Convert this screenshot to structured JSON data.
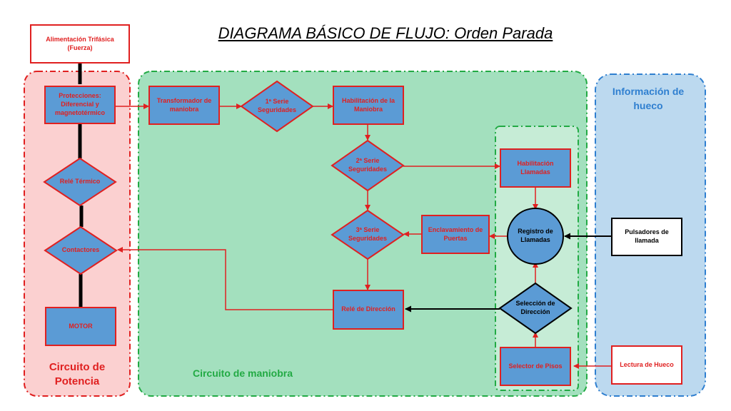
{
  "title": "DIAGRAMA BÁSICO DE FLUJO: Orden Parada",
  "zones": {
    "potencia": "Circuito de Potencia",
    "maniobra": "Circuito de maniobra",
    "hueco": "Información de hueco"
  },
  "nodes": {
    "alimentacion": "Alimentación Trifásica (Fuerza)",
    "protecciones": "Protecciones: Diferencial y magnetotérmico",
    "rele_termico": "Relé Térmico",
    "contactores": "Contactores",
    "motor": "MOTOR",
    "transformador": "Transformador de maniobra",
    "serie1": "1ª Serie Seguridades",
    "habilitacion_maniobra": "Habilitación de la Maniobra",
    "serie2": "2ª Serie Seguridades",
    "serie3": "3ª Serie Seguridades",
    "enclavamiento": "Enclavamiento de Puertas",
    "rele_direccion": "Relé de Dirección",
    "habilitacion_llamadas": "Habilitación Llamadas",
    "registro": "Registro de Llamadas",
    "seleccion": "Selección de Dirección",
    "selector": "Selector de Pisos",
    "pulsadores": "Pulsadores de llamada",
    "lectura": "Lectura de Hueco"
  },
  "colors": {
    "potencia_fill": "#fbd0d0",
    "potencia_border": "#e02020",
    "maniobra_fill": "#a3e0be",
    "maniobra_border": "#22aa44",
    "sub_fill": "#c6ecd6",
    "hueco_fill": "#bcd9ef",
    "hueco_border": "#2f7fd0",
    "node_fill": "#5b9bd5",
    "node_border": "#e02020",
    "text_red": "#e02020",
    "zone_label_red": "#e02020",
    "zone_label_green": "#22aa44",
    "zone_label_blue": "#2f7fd0"
  }
}
